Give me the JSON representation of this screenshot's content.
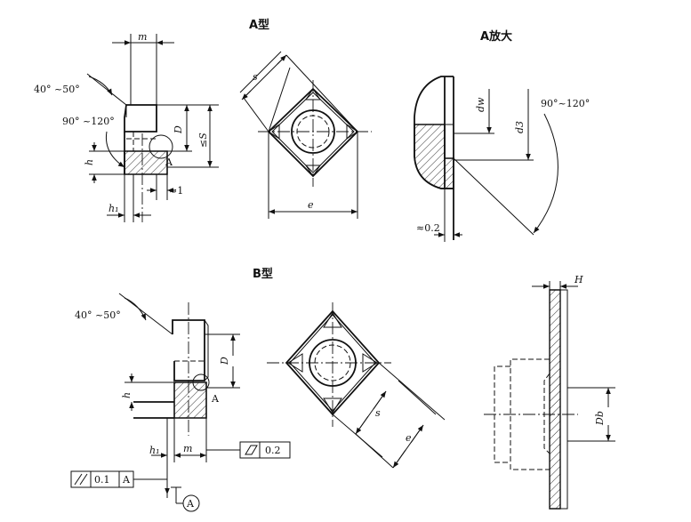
{
  "titles": {
    "type_a": "A型",
    "detail_a": "A放大",
    "type_b": "B型"
  },
  "angles": {
    "chamfer_a": "40° ~50°",
    "cone_a": "90° ~120°",
    "detail_angle": "90°~120°",
    "chamfer_b": "40° ~50°"
  },
  "dims": {
    "m": "m",
    "D": "D",
    "s_le": "≤S",
    "approx_one": "≈1",
    "h": "h",
    "h1": "h₁",
    "A_mark": "A",
    "s": "s",
    "e": "e",
    "dw": "dw",
    "d3": "d3",
    "approx_02": "≈0.2",
    "H": "H",
    "Db": "Db"
  },
  "tolerances": {
    "flatness_value": "0.2",
    "parallel_value": "0.1",
    "parallel_datum": "A",
    "datum_label": "A"
  },
  "icons": {
    "flatness": "flatness-symbol-icon",
    "parallel": "parallelism-symbol-icon",
    "datum": "datum-circle-icon"
  }
}
